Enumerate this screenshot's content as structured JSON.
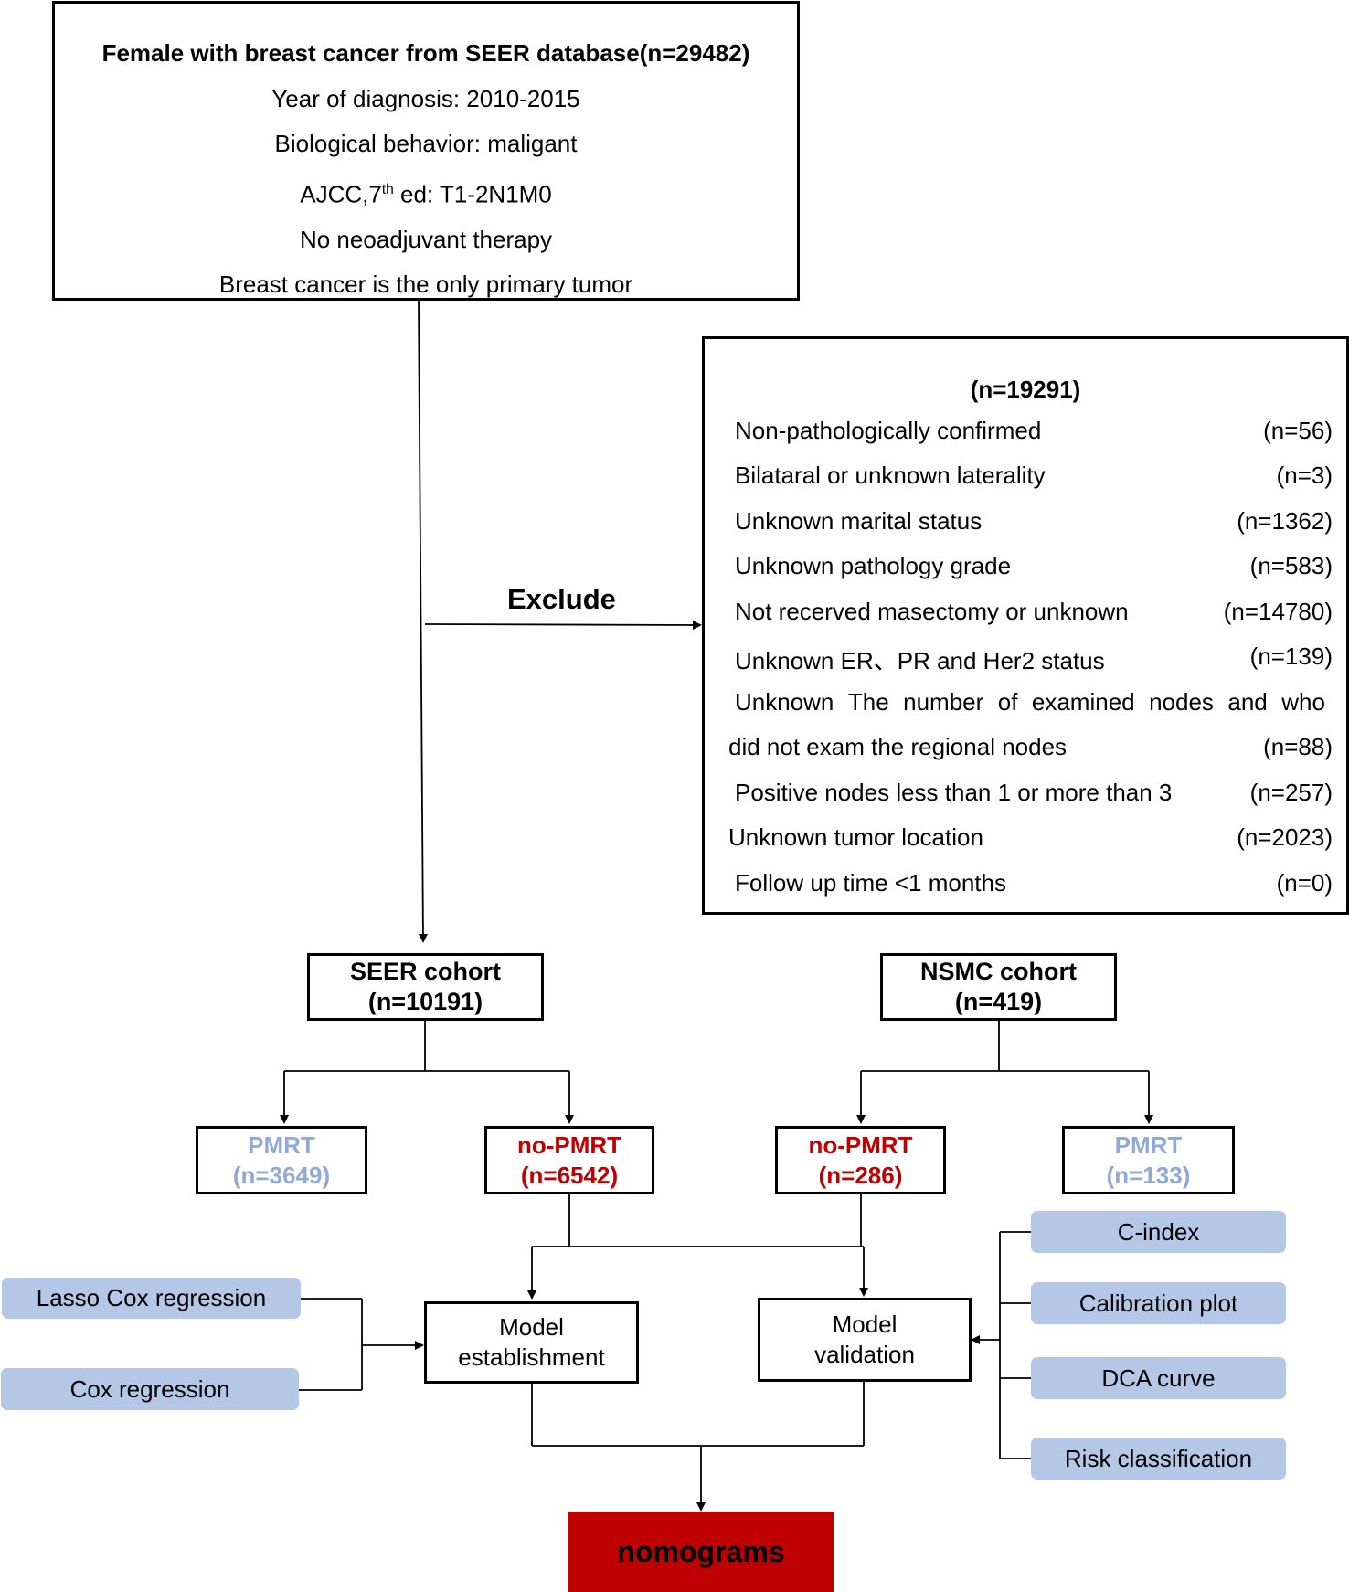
{
  "source_box": {
    "title": "Female with breast cancer from SEER database(n=29482)",
    "criteria": [
      "Year of diagnosis: 2010-2015",
      "Biological behavior: maligant",
      "AJCC,7th ed: T1-2N1M0",
      "No neoadjuvant therapy",
      "Breast cancer is the only primary tumor"
    ]
  },
  "exclude_label": "Exclude",
  "exclusion_box": {
    "total": "(n=19291)",
    "rows": [
      {
        "label": "Non-pathologically confirmed",
        "count": "(n=56)"
      },
      {
        "label": "Bilataral or unknown laterality",
        "count": "(n=3)"
      },
      {
        "label": "Unknown marital status",
        "count": "(n=1362)"
      },
      {
        "label": "Unknown pathology grade",
        "count": "(n=583)"
      },
      {
        "label": "Not recerved masectomy or unknown",
        "count": "(n=14780)"
      },
      {
        "label": "Unknown ER、PR and Her2 status",
        "count": "(n=139)"
      },
      {
        "label": "Unknown The number of examined nodes and who",
        "count": ""
      },
      {
        "label": "did not exam the regional nodes",
        "count": "(n=88)"
      },
      {
        "label": "Positive nodes less than 1 or more than 3",
        "count": "(n=257)"
      },
      {
        "label": "Unknown tumor location",
        "count": "(n=2023)"
      },
      {
        "label": "Follow up time <1 months",
        "count": "(n=0)"
      }
    ]
  },
  "cohorts": {
    "seer": {
      "name": "SEER cohort",
      "n": "(n=10191)"
    },
    "nsmc": {
      "name": "NSMC cohort",
      "n": "(n=419)"
    }
  },
  "groups": {
    "seer_pmrt": {
      "name": "PMRT",
      "n": "(n=3649)"
    },
    "seer_nopmrt": {
      "name": "no-PMRT",
      "n": "(n=6542)"
    },
    "nsmc_nopmrt": {
      "name": "no-PMRT",
      "n": "(n=286)"
    },
    "nsmc_pmrt": {
      "name": "PMRT",
      "n": "(n=133)"
    }
  },
  "methods_left": [
    "Lasso Cox regression",
    "Cox regression"
  ],
  "methods_right": [
    "C-index",
    "Calibration plot",
    "DCA curve",
    "Risk classification"
  ],
  "model_establishment": {
    "line1": "Model",
    "line2": "establishment"
  },
  "model_validation": {
    "line1": "Model",
    "line2": "validation"
  },
  "output": "nomograms",
  "colors": {
    "pmrt": "#91a9d6",
    "no_pmrt": "#c00000",
    "pill": "#b4c7e7",
    "output_fill": "#c00000"
  }
}
